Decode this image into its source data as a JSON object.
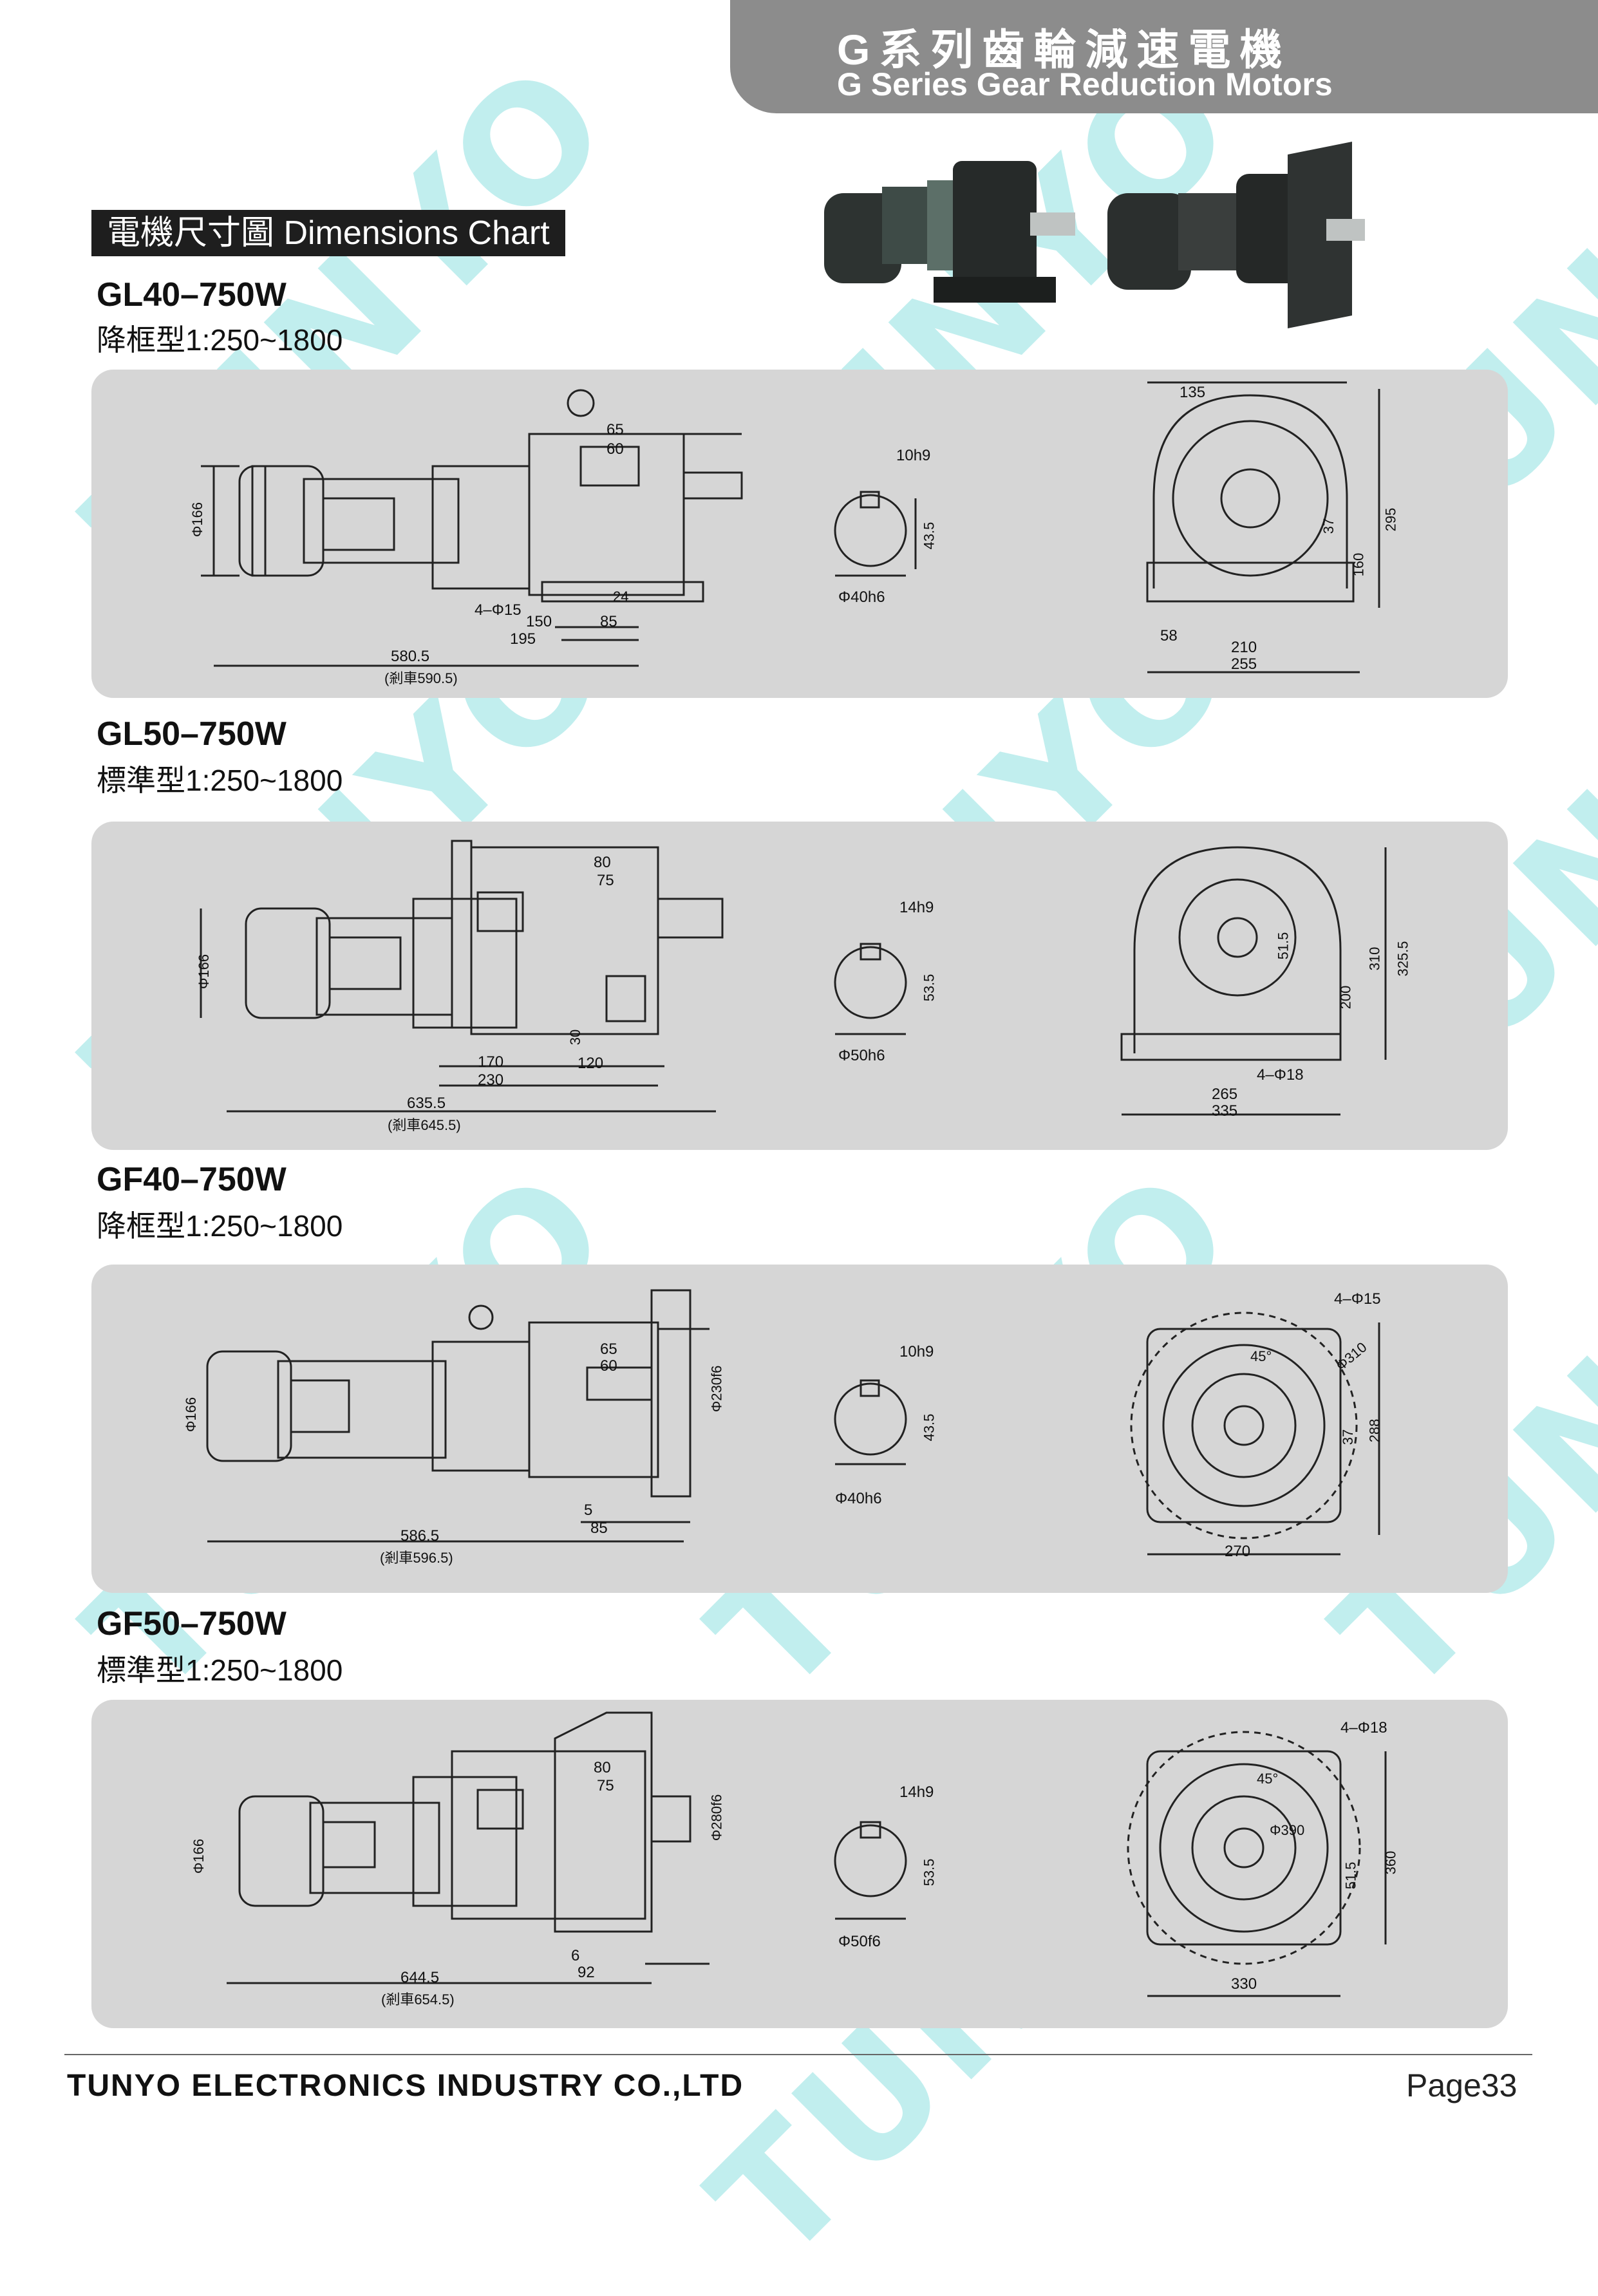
{
  "header": {
    "title_cn": "G系列齒輪減速電機",
    "title_en": "G Series Gear Reduction Motors"
  },
  "section_label": "電機尺寸圖 Dimensions Chart",
  "watermark": "TUNYO",
  "models": [
    {
      "name": "GL40–750W",
      "type": "降框型1:250~1800",
      "side_dims": [
        "Φ166",
        "65",
        "60",
        "24",
        "4–Φ15",
        "150",
        "85",
        "195",
        "580.5",
        "(剎車590.5)"
      ],
      "shaft_dims": [
        "10h9",
        "43.5",
        "Φ40h6"
      ],
      "front_dims": [
        "135",
        "37",
        "295",
        "160",
        "58",
        "210",
        "255"
      ]
    },
    {
      "name": "GL50–750W",
      "type": "標準型1:250~1800",
      "side_dims": [
        "Φ166",
        "80",
        "75",
        "30",
        "170",
        "120",
        "230",
        "635.5",
        "(剎車645.5)"
      ],
      "shaft_dims": [
        "14h9",
        "53.5",
        "Φ50h6"
      ],
      "front_dims": [
        "51.5",
        "200",
        "310",
        "325.5",
        "4–Φ18",
        "265",
        "335"
      ]
    },
    {
      "name": "GF40–750W",
      "type": "降框型1:250~1800",
      "side_dims": [
        "Φ166",
        "65",
        "60",
        "Φ230f6",
        "5",
        "85",
        "586.5",
        "(剎車596.5)"
      ],
      "shaft_dims": [
        "10h9",
        "43.5",
        "Φ40h6"
      ],
      "front_dims": [
        "4–Φ15",
        "45°",
        "Φ310",
        "37",
        "288",
        "270"
      ]
    },
    {
      "name": "GF50–750W",
      "type": "標準型1:250~1800",
      "side_dims": [
        "Φ166",
        "80",
        "75",
        "Φ280f6",
        "6",
        "92",
        "644.5",
        "(剎車654.5)"
      ],
      "shaft_dims": [
        "14h9",
        "53.5",
        "Φ50f6"
      ],
      "front_dims": [
        "4–Φ18",
        "45°",
        "Φ390",
        "51.5",
        "360",
        "330"
      ]
    }
  ],
  "footer": {
    "company": "TUNYO ELECTRONICS INDUSTRY CO.,LTD",
    "page": "Page33"
  },
  "colors": {
    "header_tab": "#8c8c8c",
    "panel_bg": "#d6d6d6",
    "label_bg": "#1e1e1e",
    "watermark": "#5fd3d3"
  }
}
